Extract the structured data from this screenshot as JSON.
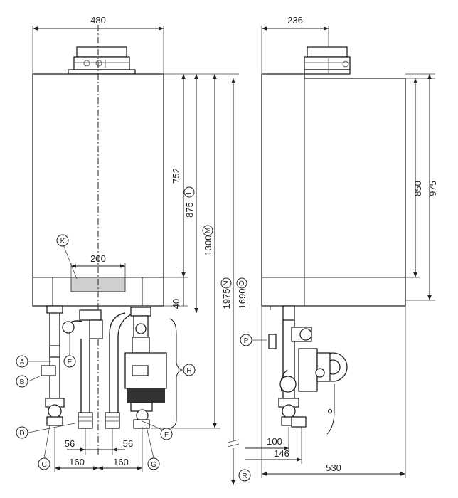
{
  "dimensions": {
    "front_width": "480",
    "side_depth": "236",
    "d752": "752",
    "d875": "875",
    "d1300": "1300",
    "d1975": "1975",
    "d1690": "1690",
    "d200": "200",
    "d40": "40",
    "d850": "850",
    "d975": "975",
    "d56_left": "56",
    "d56_right": "56",
    "d160_left": "160",
    "d160_right": "160",
    "d100": "100",
    "d146": "146",
    "d530": "530"
  },
  "callouts": {
    "A": "A",
    "B": "B",
    "C": "C",
    "D": "D",
    "E": "E",
    "F": "F",
    "G": "G",
    "H": "H",
    "K": "K",
    "L": "L",
    "M": "M",
    "N": "N",
    "O": "O",
    "P": "P",
    "R": "R"
  }
}
